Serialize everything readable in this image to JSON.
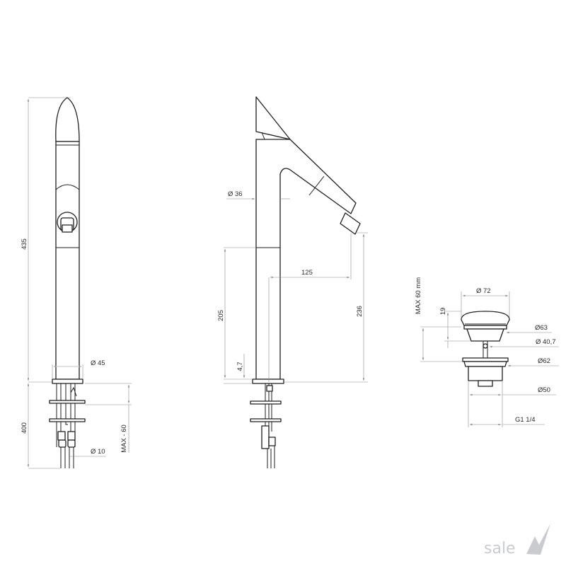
{
  "front_view": {
    "height_total": "435",
    "height_lower": "400",
    "body_diameter": "Ø  45",
    "hose_diameter": "Ø 10",
    "max_thickness": "MAX - 60"
  },
  "side_view": {
    "base_diameter": "Ø  36",
    "spout_reach": "125",
    "spout_height": "205",
    "outlet_height": "236",
    "base_height": "4,7"
  },
  "drain_view": {
    "max_height": "MAX 60 mm",
    "cap_height": "19",
    "cap_diameter": "Ø 72",
    "d63": "Ø63",
    "d40": "Ø 40,7",
    "d62": "Ø62",
    "d50": "Ø50",
    "thread": "G1 1/4"
  },
  "watermark": {
    "brand": "sale",
    "accent_color": "#c9cbce"
  }
}
